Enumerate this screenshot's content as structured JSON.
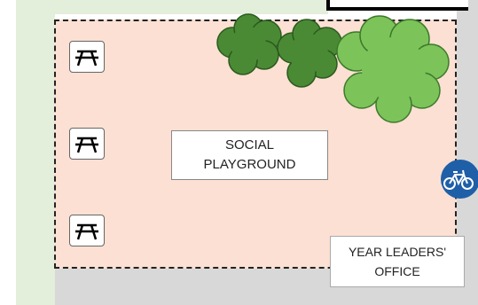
{
  "map": {
    "zone_label_lines": [
      "SOCIAL",
      "PLAYGROUND"
    ],
    "office_label_lines": [
      "YEAR LEADERS'",
      "OFFICE"
    ],
    "colors": {
      "playground_fill": "#fbe0d3",
      "grass": "#e3eedb",
      "path": "#d8d8d8",
      "tree_dark": "#4a8a34",
      "tree_light": "#7cc35a",
      "bike_marker": "#1f5fa8"
    },
    "icons": {
      "bench": "picnic-table-icon",
      "tree": "tree-icon",
      "bike": "bicycle-icon"
    }
  }
}
